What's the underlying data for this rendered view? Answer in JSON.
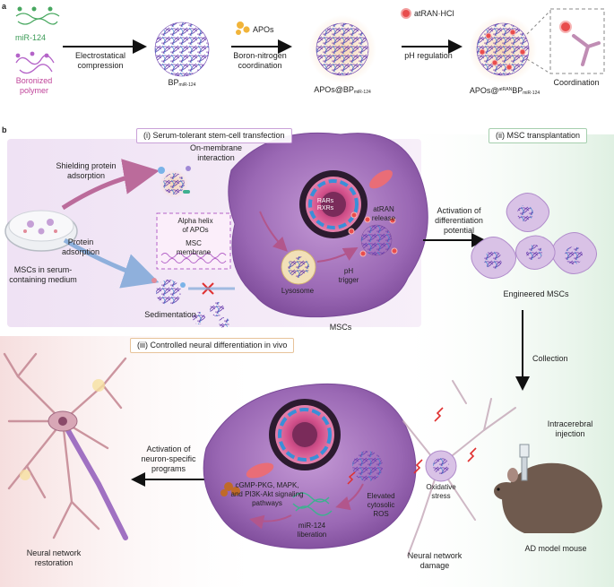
{
  "panel_a": {
    "letter": "a",
    "mir_label": "miR-124",
    "polymer_label_1": "Boronized",
    "polymer_label_2": "polymer",
    "step1_1": "Electrostatical",
    "step1_2": "compression",
    "bp_main": "BP",
    "bp_sub": "miR-124",
    "apos_label": "APOs",
    "step2_1": "Boron-nitrogen",
    "step2_2": "coordination",
    "apos_bp_main": "APOs@BP",
    "apos_bp_sub": "miR-124",
    "atran_label": "atRAN·HCl",
    "ph_regulation": "pH regulation",
    "final_main": "APOs@",
    "final_sup": "atRAN",
    "final_bp": "BP",
    "final_sub": "miR-124",
    "coordination": "Coordination"
  },
  "panel_b": {
    "letter": "b",
    "section_i": "(i) Serum-tolerant stem-cell transfection",
    "section_ii": "(ii) MSC transplantation",
    "section_iii": "(iii) Controlled neural differentiation in vivo",
    "shielding_1": "Shielding protein",
    "shielding_2": "adsorption",
    "protein_1": "Protein",
    "protein_2": "adsorption",
    "msc_medium_1": "MSCs in serum-",
    "msc_medium_2": "containing medium",
    "on_membrane_1": "On-membrane",
    "on_membrane_2": "interaction",
    "alpha_1": "Alpha helix",
    "alpha_2": "of APOs",
    "msc_membrane_1": "MSC",
    "msc_membrane_2": "membrane",
    "sedimentation": "Sedimentation",
    "lysosome": "Lysosome",
    "rars_1": "RARs",
    "rars_2": "RXRs",
    "atran_release_1": "atRAN",
    "atran_release_2": "release",
    "ph_trigger_1": "pH",
    "ph_trigger_2": "trigger",
    "mscs": "MSCs",
    "activation_diff_1": "Activation of",
    "activation_diff_2": "differentiation",
    "activation_diff_3": "potential",
    "engineered": "Engineered MSCs",
    "collection": "Collection",
    "intracerebral_1": "Intracerebral",
    "intracerebral_2": "injection",
    "ad_mouse": "AD model mouse",
    "oxidative_1": "Oxidative",
    "oxidative_2": "stress",
    "neural_damage_1": "Neural network",
    "neural_damage_2": "damage",
    "elevated_1": "Elevated",
    "elevated_2": "cytosolic",
    "elevated_3": "ROS",
    "mir_lib_1": "miR-124",
    "mir_lib_2": "liberation",
    "pathways_1": "cGMP-PKG, MAPK,",
    "pathways_2": "and PI3K-Akt signaling",
    "pathways_3": "pathways",
    "activation_neuron_1": "Activation of",
    "activation_neuron_2": "neuron-specific",
    "activation_neuron_3": "programs",
    "restoration_1": "Neural network",
    "restoration_2": "restoration"
  },
  "colors": {
    "cell_purple": "#8e5aa8",
    "nucleus_pink": "#d24f8a",
    "dna_blue": "#3a8fd8",
    "arrow_pink": "#b2568c",
    "arrow_blue": "#7ea7d8",
    "green_bg": "#e4f3e6",
    "red_bg": "#f7e4e4"
  }
}
